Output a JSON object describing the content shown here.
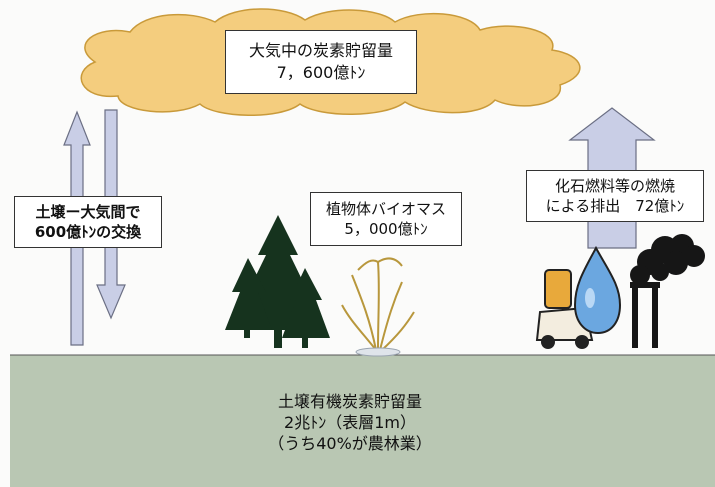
{
  "atmosphere": {
    "title": "大気中の炭素貯留量",
    "value": "7，600億ﾄﾝ"
  },
  "exchange": {
    "line1": "土壌ー大気間で",
    "line2": "600億ﾄﾝの交換"
  },
  "biomass": {
    "title": "植物体バイオマス",
    "value": "5，000億ﾄﾝ"
  },
  "fossil": {
    "line1": "化石燃料等の燃焼",
    "line2": "による排出　72億ﾄﾝ"
  },
  "soil": {
    "title": "土壌有機炭素貯留量",
    "line2": "2兆ﾄﾝ（表層1m）",
    "line3": "（うち40%が農林業）"
  },
  "colors": {
    "cloud": "#f4cd7e",
    "arrow": "#c9cee6",
    "ground": "#b9c7b3",
    "tree": "#16331e"
  }
}
